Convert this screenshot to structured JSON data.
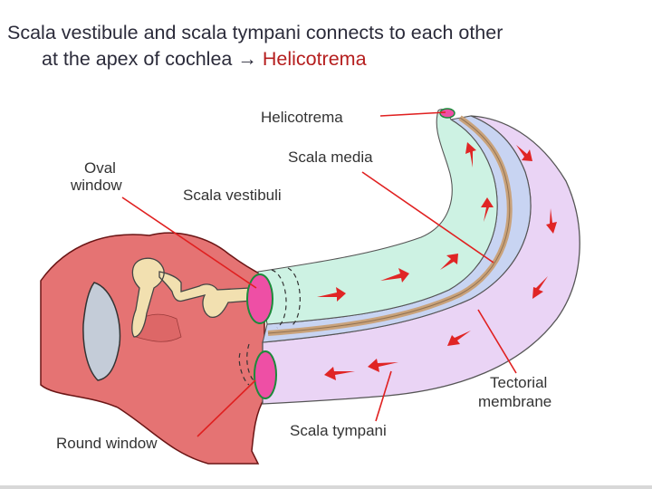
{
  "title": {
    "line1": "Scala vestibule and scala tympani connects to each other",
    "line2_prefix": "at the apex of cochlea",
    "arrow": "→",
    "highlight": "Helicotrema"
  },
  "labels": {
    "helicotrema": "Helicotrema",
    "scala_media": "Scala media",
    "oval_window_line1": "Oval",
    "oval_window_line2": "window",
    "scala_vestibuli": "Scala vestibuli",
    "tectorial_line1": "Tectorial",
    "tectorial_line2": "membrane",
    "round_window": "Round window",
    "scala_tympani": "Scala tympani"
  },
  "colors": {
    "middle_ear": "#e57373",
    "scala_vestibuli": "#cdf2e3",
    "scala_media": "#c8d4f2",
    "scala_tympani": "#ead4f5",
    "tectorial": "#c9a27a",
    "arrows": "#e02525",
    "windows": "#ee4fa5",
    "leader_lines": "#e02020"
  }
}
